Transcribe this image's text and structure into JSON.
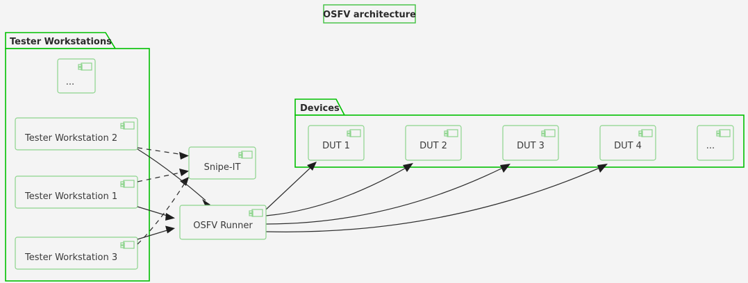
{
  "diagram": {
    "title": "OSFV architecture",
    "type": "component-diagram",
    "colors": {
      "background": "#f4f4f4",
      "package_border": "#00c000",
      "component_border": "#8cd48c",
      "component_fill": "#f4f4f4",
      "text": "#3a3a3a",
      "edge": "#2e2e2e",
      "title_border": "#3fc13f"
    }
  },
  "packages": [
    {
      "id": "tester-workstations",
      "label": "Tester Workstations",
      "components": [
        {
          "id": "tw-ellipsis",
          "label": "...",
          "icon": "component-icon"
        },
        {
          "id": "tw-2",
          "label": "Tester Workstation 2",
          "icon": "component-icon"
        },
        {
          "id": "tw-1",
          "label": "Tester Workstation 1",
          "icon": "component-icon"
        },
        {
          "id": "tw-3",
          "label": "Tester Workstation 3",
          "icon": "component-icon"
        }
      ]
    },
    {
      "id": "devices",
      "label": "Devices",
      "components": [
        {
          "id": "dut-1",
          "label": "DUT 1",
          "icon": "component-icon"
        },
        {
          "id": "dut-2",
          "label": "DUT 2",
          "icon": "component-icon"
        },
        {
          "id": "dut-3",
          "label": "DUT 3",
          "icon": "component-icon"
        },
        {
          "id": "dut-4",
          "label": "DUT 4",
          "icon": "component-icon"
        },
        {
          "id": "dut-ellipsis",
          "label": "...",
          "icon": "component-icon"
        }
      ]
    }
  ],
  "standalone_components": [
    {
      "id": "snipe-it",
      "label": "Snipe-IT",
      "icon": "component-icon"
    },
    {
      "id": "osfv-runner",
      "label": "OSFV Runner",
      "icon": "component-icon"
    }
  ],
  "edges": [
    {
      "from": "tw-2",
      "to": "snipe-it",
      "style": "dashed"
    },
    {
      "from": "tw-1",
      "to": "snipe-it",
      "style": "dashed"
    },
    {
      "from": "tw-3",
      "to": "snipe-it",
      "style": "dashed"
    },
    {
      "from": "tw-2",
      "to": "osfv-runner",
      "style": "solid"
    },
    {
      "from": "tw-1",
      "to": "osfv-runner",
      "style": "solid"
    },
    {
      "from": "tw-3",
      "to": "osfv-runner",
      "style": "solid"
    },
    {
      "from": "osfv-runner",
      "to": "dut-1",
      "style": "solid"
    },
    {
      "from": "osfv-runner",
      "to": "dut-2",
      "style": "solid"
    },
    {
      "from": "osfv-runner",
      "to": "dut-3",
      "style": "solid"
    },
    {
      "from": "osfv-runner",
      "to": "dut-4",
      "style": "solid"
    }
  ]
}
